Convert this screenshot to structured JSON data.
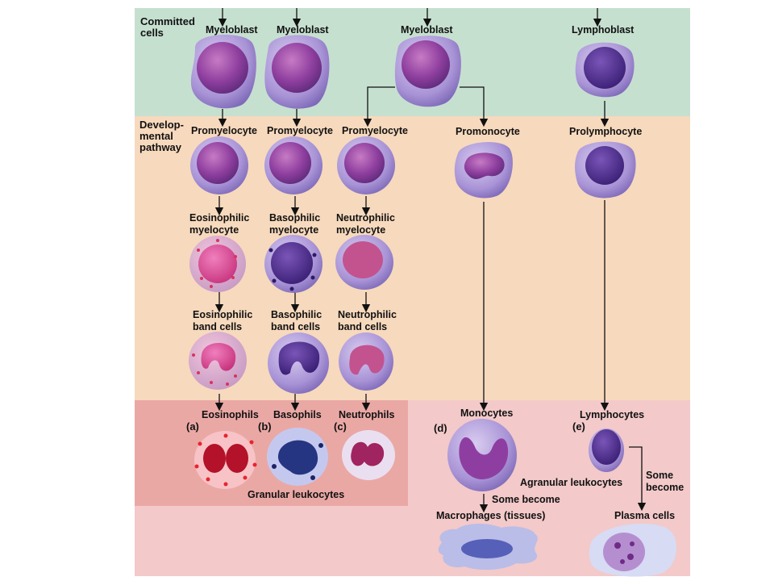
{
  "section_labels": {
    "committed": [
      "Committed",
      "cells"
    ],
    "developmental": [
      "Develop-",
      "mental",
      "pathway"
    ]
  },
  "committed_cells": [
    "Myeloblast",
    "Myeloblast",
    "Myeloblast",
    "Lymphoblast"
  ],
  "promyelocytes": [
    "Promyelocyte",
    "Promyelocyte",
    "Promyelocyte"
  ],
  "promonocyte": "Promonocyte",
  "prolymphocyte": "Prolymphocyte",
  "myelocytes": [
    [
      "Eosinophilic",
      "myelocyte"
    ],
    [
      "Basophilic",
      "myelocyte"
    ],
    [
      "Neutrophilic",
      "myelocyte"
    ]
  ],
  "band_cells": [
    [
      "Eosinophilic",
      "band cells"
    ],
    [
      "Basophilic",
      "band cells"
    ],
    [
      "Neutrophilic",
      "band cells"
    ]
  ],
  "mature": {
    "eosinophils": {
      "label": "Eosinophils",
      "letter": "(a)"
    },
    "basophils": {
      "label": "Basophils",
      "letter": "(b)"
    },
    "neutrophils": {
      "label": "Neutrophils",
      "letter": "(c)"
    },
    "monocytes": {
      "label": "Monocytes",
      "letter": "(d)"
    },
    "lymphocytes": {
      "label": "Lymphocytes",
      "letter": "(e)"
    }
  },
  "granular_leukocytes": "Granular leukocytes",
  "agranular_leukocytes": "Agranular leukocytes",
  "some_become": [
    "Some become",
    "Some",
    "become"
  ],
  "macrophages": "Macrophages (tissues)",
  "plasma_cells": "Plasma cells",
  "colors": {
    "committed_band": "#c6e0d0",
    "developmental_band": "#f7d9bd",
    "mature_band": "#f3c9c9",
    "granular_box": "#eaa8a5",
    "cell_cytoplasm": "#b7a3dc",
    "cell_nucleus": "#8a3fa0"
  }
}
